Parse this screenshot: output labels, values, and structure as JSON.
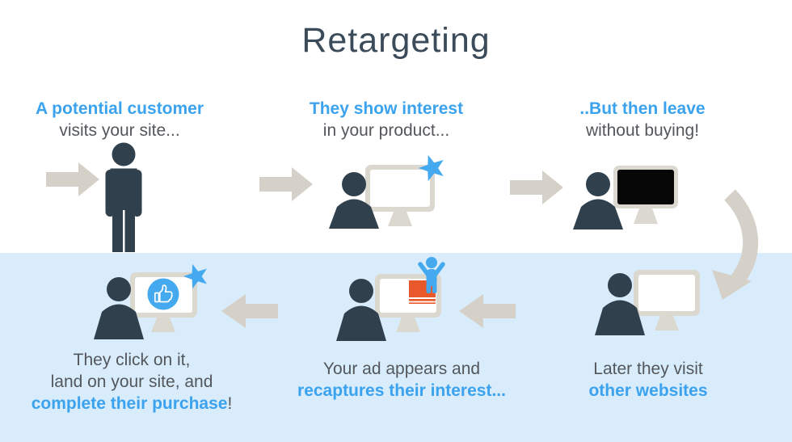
{
  "title": "Retargeting",
  "palette": {
    "accent_blue": "#3ba2ee",
    "dark_text": "#3c4b59",
    "gray_text": "#53575c",
    "figure_dark": "#31404d",
    "arrow_gray": "#d5d1c9",
    "monitor_bezel": "#dbd8d0",
    "screen_white": "#ffffff",
    "screen_black": "#070707",
    "ad_orange": "#e9582b",
    "jump_blue": "#45a9ef",
    "band_blue": "#d9ecfb"
  },
  "steps": [
    {
      "name": "visit",
      "lines": [
        {
          "text": "A potential customer"
        },
        {
          "text": "visits your site..."
        }
      ]
    },
    {
      "name": "interest",
      "lines": [
        {
          "text": "They show interest"
        },
        {
          "text": "in your product..."
        }
      ]
    },
    {
      "name": "leave",
      "lines": [
        {
          "text": "..But then leave"
        },
        {
          "text": "without buying!"
        }
      ]
    },
    {
      "name": "other-websites",
      "lines": [
        {
          "text": "Later they visit"
        },
        {
          "text": "other websites"
        }
      ]
    },
    {
      "name": "ad-appears",
      "lines": [
        {
          "text": "Your ad appears and"
        },
        {
          "text": "recaptures their interest..."
        }
      ]
    },
    {
      "name": "purchase",
      "lines": [
        {
          "text": "They click on it,"
        },
        {
          "text": "land on your site, and"
        },
        {
          "text": "complete their purchase",
          "suffix": "!"
        }
      ]
    }
  ]
}
